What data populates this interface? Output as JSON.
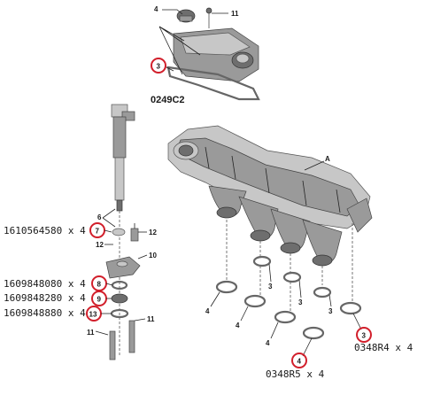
{
  "top_assembly": {
    "code": "0249C2",
    "callouts": {
      "cap": "4",
      "bolt": "11",
      "seal": "3"
    }
  },
  "manifold": {
    "callout": "A"
  },
  "injector": {
    "callouts": {
      "body": "6",
      "clamp_bolt": "12",
      "stud_left": "12",
      "bracket": "10",
      "stud_bottom_left": "11",
      "stud_bottom_right": "11"
    }
  },
  "part_numbers": [
    {
      "number": "1610564580 x 4",
      "ref": "7"
    },
    {
      "number": "1609848080 x 4",
      "ref": "8"
    },
    {
      "number": "1609848280 x 4",
      "ref": "9"
    },
    {
      "number": "1609848880 x 4",
      "ref": "13"
    }
  ],
  "manifold_seals": {
    "callouts_3": [
      "3",
      "3",
      "3"
    ],
    "callouts_4": [
      "4",
      "4",
      "4"
    ],
    "ref_3": {
      "ref": "3",
      "code": "0348R4 x 4"
    },
    "ref_4": {
      "ref": "4",
      "code": "0348R5 x 4"
    }
  },
  "colors": {
    "highlight_ring": "#d21f2b",
    "part_grey": "#9a9a9a"
  }
}
